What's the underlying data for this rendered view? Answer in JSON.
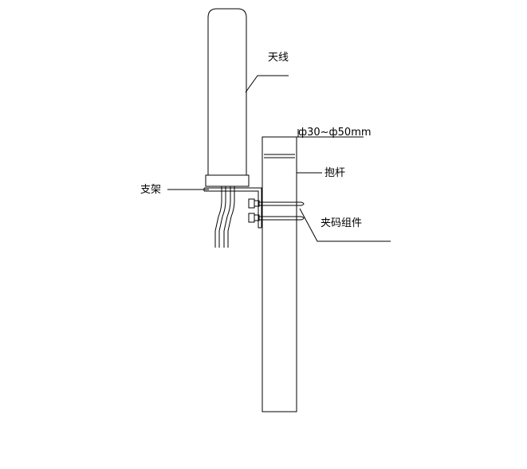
{
  "diagram": {
    "labels": {
      "antenna": "天线",
      "pole_diameter": "ф30~ф50mm",
      "pole": "抱杆",
      "bracket": "支架",
      "clamp_assembly": "夹码组件"
    },
    "line_color": "#000000",
    "background": "#ffffff"
  }
}
